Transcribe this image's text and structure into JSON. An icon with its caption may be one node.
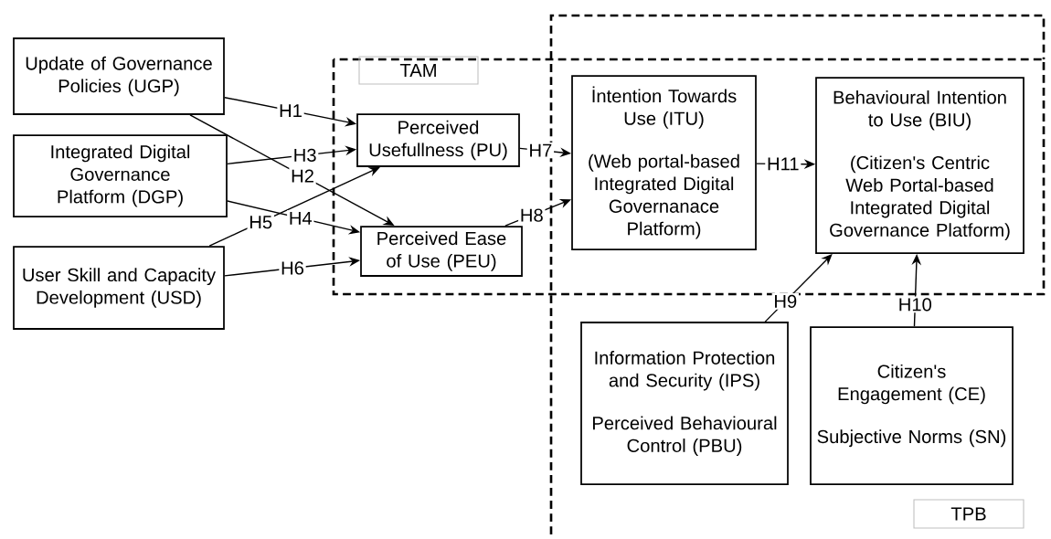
{
  "diagram": {
    "nodes": [
      {
        "text": [
          "Update of Governance Policies (UGP)"
        ]
      },
      {
        "text": [
          "Integrated Digital Governance Platform (DGP)"
        ]
      },
      {
        "text": [
          "User Skill and Capacity Development (USD)"
        ]
      },
      {
        "text": [
          "TAM"
        ]
      },
      {
        "text": [
          "Perceived Usefullness (PU)"
        ]
      },
      {
        "text": [
          "Perceived Ease of Use (PEU)"
        ]
      },
      {
        "text": [
          "İntention Towards Use (ITU)",
          "(Web portal-based Integrated Digital Governanace Platform)"
        ]
      },
      {
        "text": [
          "Behavioural Intention to Use (BIU)",
          "(Citizen's Centric Web Portal-based Integrated Digital Governance Platform)"
        ]
      },
      {
        "text": [
          "Information Protection and Security (IPS)",
          "Perceived Behavioural Control (PBU)"
        ]
      },
      {
        "text": [
          "Citizen's Engagement (CE)",
          "Subjective Norms (SN)"
        ]
      },
      {
        "text": [
          "TPB"
        ]
      }
    ],
    "edges": [
      {
        "from": 0,
        "to": 4,
        "arrow": "to",
        "label": "H1"
      },
      {
        "from": 0,
        "to": 5,
        "arrow": "to",
        "label": "H2"
      },
      {
        "from": 1,
        "to": 4,
        "arrow": "to",
        "label": "H3"
      },
      {
        "from": 1,
        "to": 5,
        "arrow": "to",
        "label": "H4"
      },
      {
        "from": 2,
        "to": 4,
        "arrow": "to",
        "label": "H5"
      },
      {
        "from": 2,
        "to": 5,
        "arrow": "to",
        "label": "H6"
      },
      {
        "from": 4,
        "to": 6,
        "arrow": "to",
        "label": "H7"
      },
      {
        "from": 5,
        "to": 6,
        "arrow": "to",
        "label": "H8"
      },
      {
        "from": 8,
        "to": 7,
        "arrow": "to",
        "label": "H9"
      },
      {
        "from": 9,
        "to": 7,
        "arrow": "to",
        "label": "H10"
      },
      {
        "from": 6,
        "to": 7,
        "arrow": "to",
        "label": "H11"
      }
    ]
  }
}
